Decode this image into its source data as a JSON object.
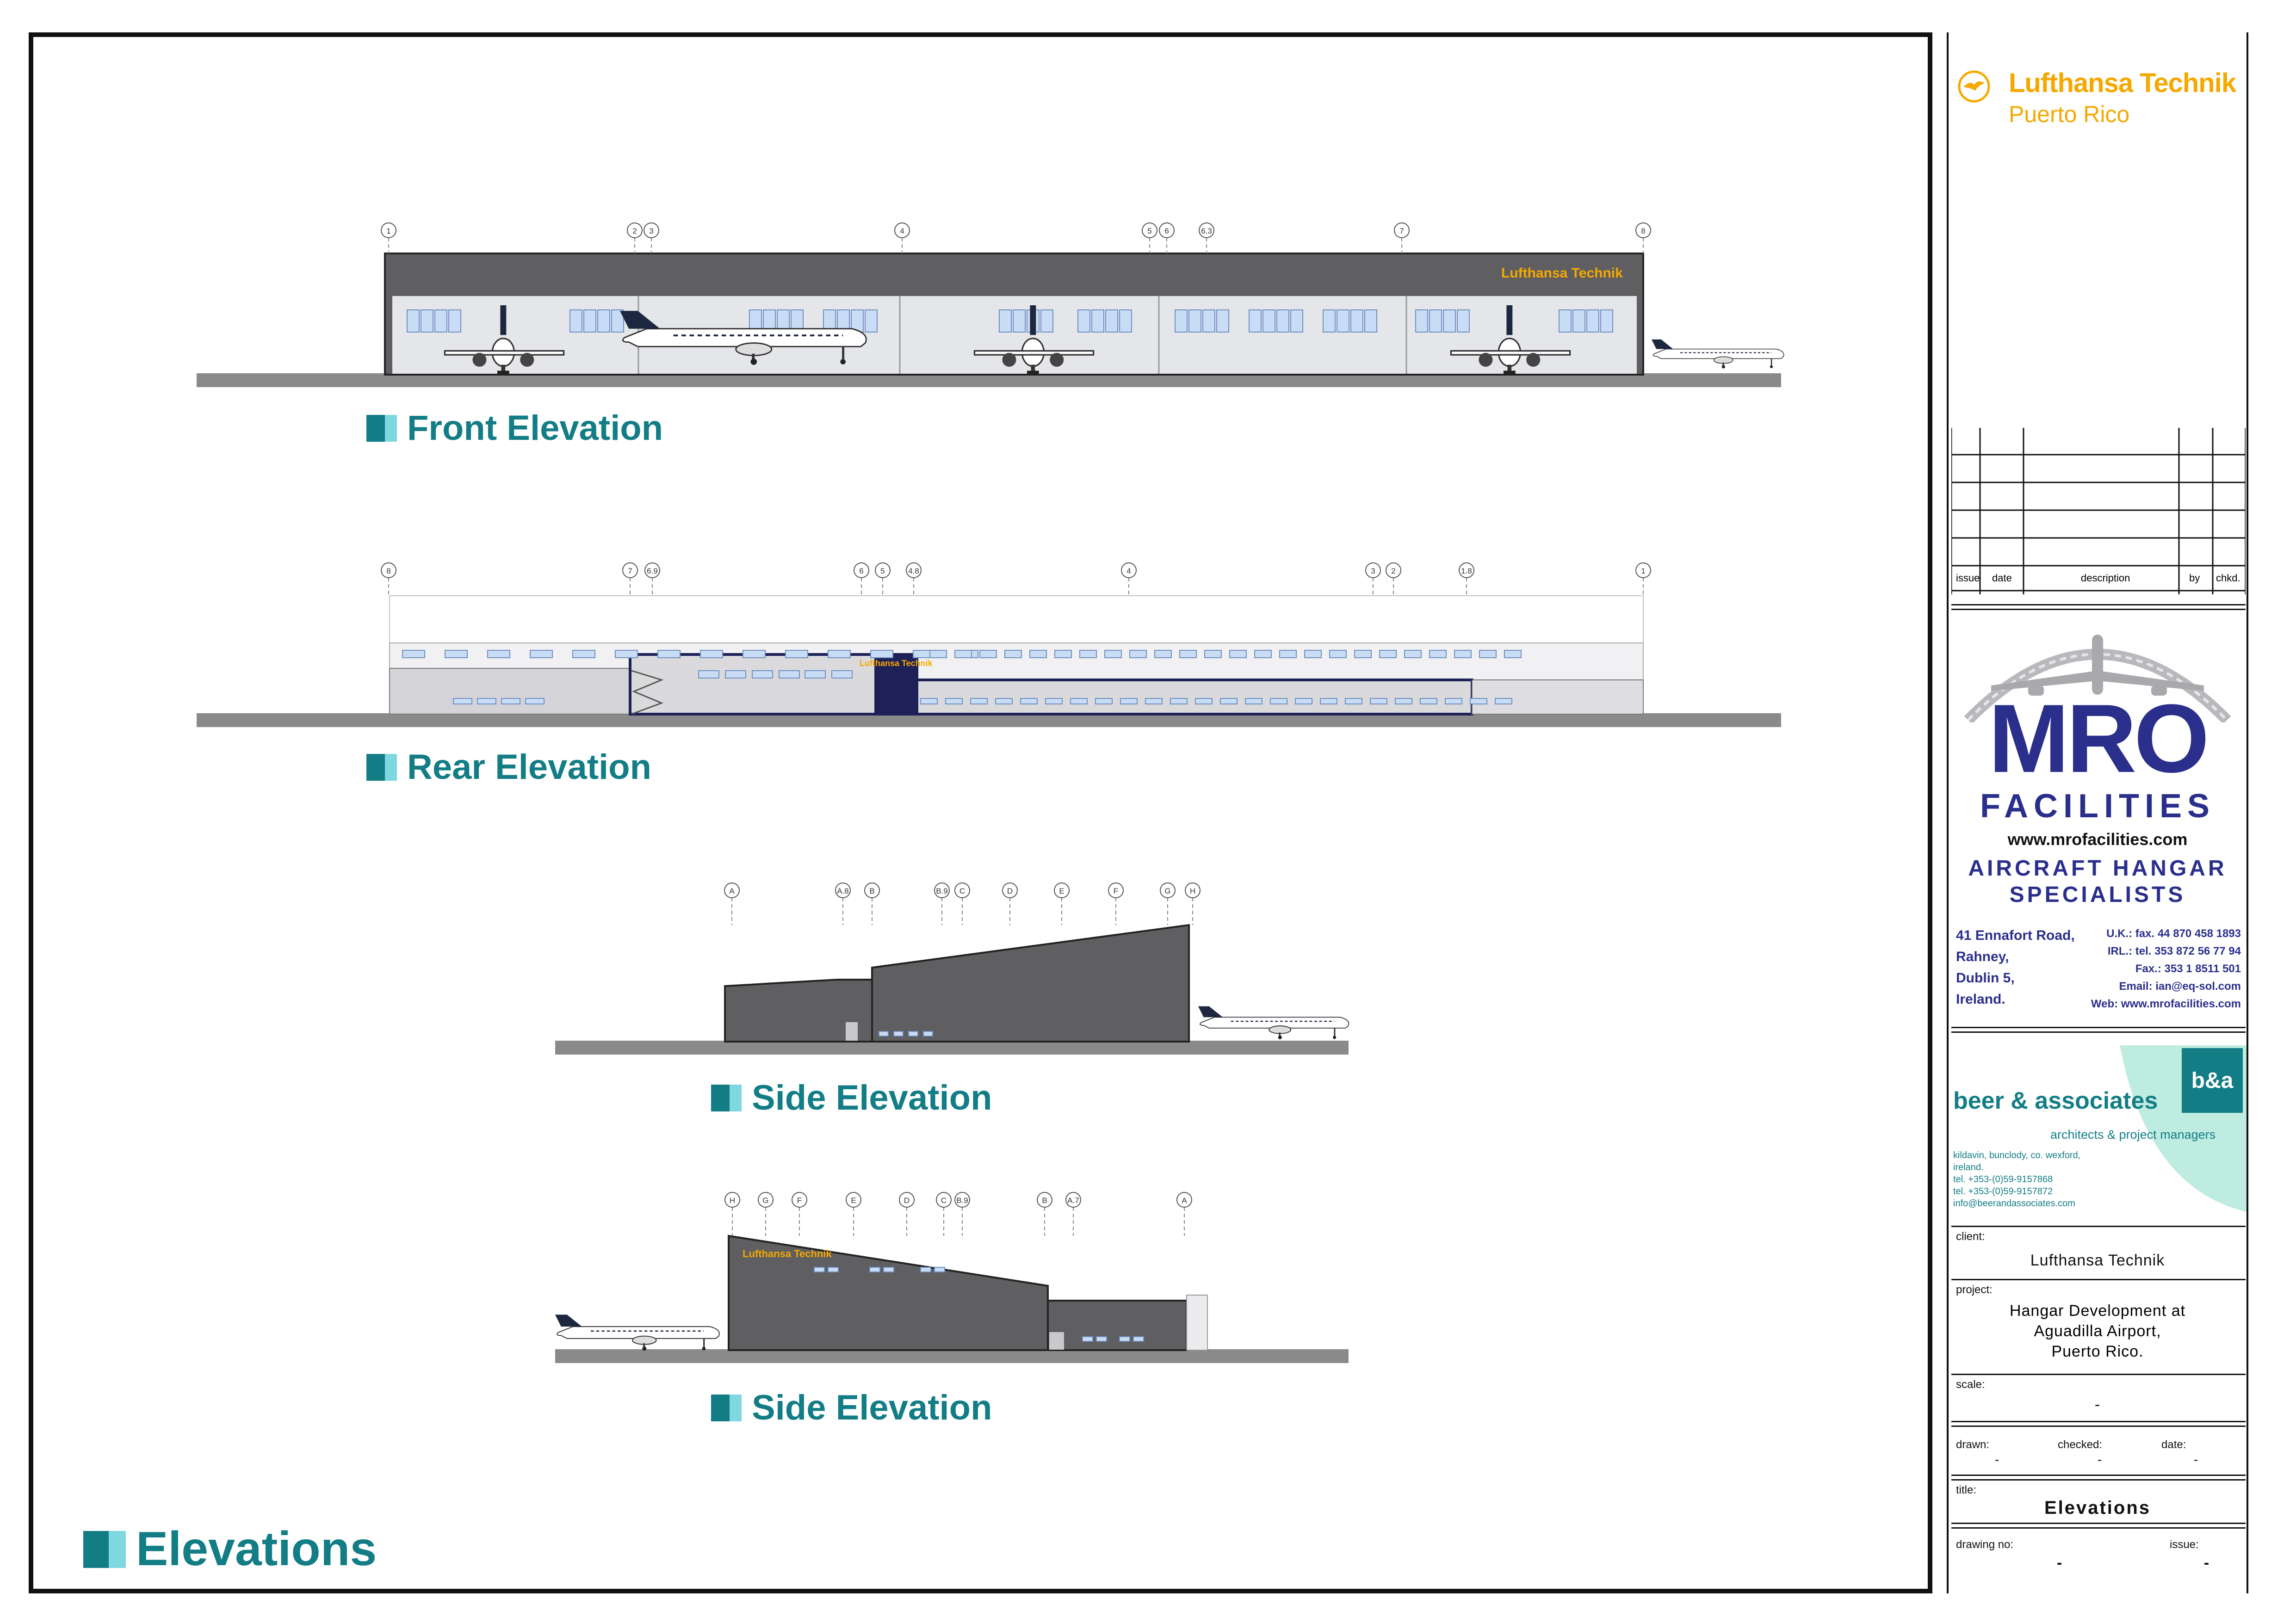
{
  "sheet": {
    "title": "Elevations",
    "views": {
      "front": "Front Elevation",
      "rear": "Rear Elevation",
      "side1": "Side Elevation",
      "side2": "Side Elevation"
    },
    "front_grid": [
      "1",
      "2",
      "3",
      "4",
      "5",
      "6",
      "6.3",
      "7",
      "8"
    ],
    "rear_grid": [
      "8",
      "7",
      "6.9",
      "6",
      "5",
      "4.8",
      "4",
      "3",
      "2",
      "1.8",
      "1"
    ],
    "side1_grid": [
      "A",
      "A.8",
      "B",
      "B.9",
      "C",
      "D",
      "E",
      "F",
      "G",
      "H"
    ],
    "side2_grid": [
      "H",
      "G",
      "F",
      "E",
      "D",
      "C",
      "B.9",
      "B",
      "A.7",
      "A"
    ],
    "signage": "Lufthansa Technik"
  },
  "title_block": {
    "client_logo": {
      "line1": "Lufthansa Technik",
      "line2": "Puerto Rico"
    },
    "revision_headers": [
      "issue",
      "date",
      "description",
      "by",
      "chkd."
    ],
    "mro": {
      "big": "MRO",
      "facilities": "FACILITIES",
      "web": "www.mrofacilities.com",
      "tag1": "AIRCRAFT HANGAR",
      "tag2": "SPECIALISTS",
      "address": [
        "41 Ennafort Road,",
        "Rahney,",
        "Dublin 5,",
        "Ireland."
      ],
      "contact": [
        "U.K.: fax. 44 870 458 1893",
        "IRL.: tel. 353 872 56 77 94",
        "Fax.: 353 1 8511 501",
        "Email: ian@eq-sol.com",
        "Web: www.mrofacilities.com"
      ]
    },
    "architect": {
      "name": "beer & associates",
      "monogram": "b&a",
      "sub": "architects & project managers",
      "address": [
        "kildavin, bunclody, co. wexford,",
        "ireland.",
        "tel. +353-(0)59-9157868",
        "tel. +353-(0)59-9157872",
        "info@beerandassociates.com"
      ]
    },
    "client_label": "client:",
    "client": "Lufthansa Technik",
    "project_label": "project:",
    "project": [
      "Hangar Development at",
      "Aguadilla Airport,",
      "Puerto Rico."
    ],
    "scale_label": "scale:",
    "scale": "-",
    "drawn_label": "drawn:",
    "drawn": "-",
    "checked_label": "checked:",
    "checked": "-",
    "date_label": "date:",
    "date": "-",
    "title_label": "title:",
    "title": "Elevations",
    "drawing_no_label": "drawing no:",
    "drawing_no": "-",
    "issue_label": "issue:",
    "issue": "-"
  },
  "colors": {
    "accent": "#137d86",
    "accent_light": "#7fd7e0",
    "brand_orange": "#f5a800",
    "mro_blue": "#2a2f8c",
    "cladding_dark": "#5f5f61",
    "panel_blue": "#c9dcf5",
    "ground": "#8a8a8a"
  },
  "icons": [
    "lufthansa-crane-icon",
    "aircraft-icon",
    "mro-arch-icon",
    "ba-monogram-icon"
  ]
}
